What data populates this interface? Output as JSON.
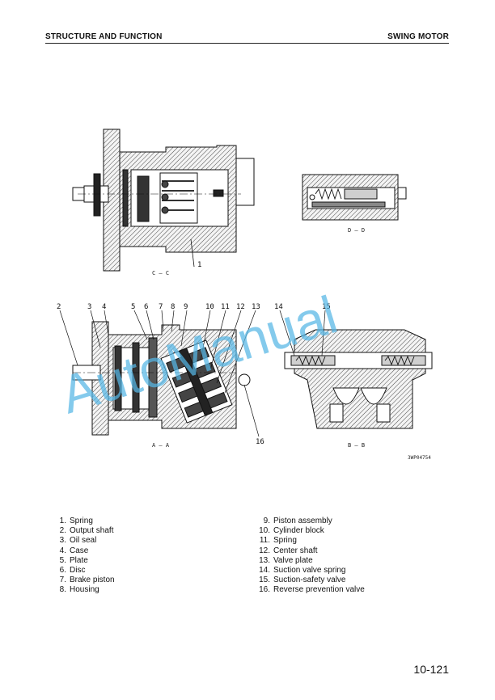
{
  "header": {
    "section": "STRUCTURE AND FUNCTION",
    "title": "SWING MOTOR"
  },
  "figure": {
    "view_labels": {
      "cc": "C – C",
      "dd": "D – D",
      "aa": "A – A",
      "bb": "B – B"
    },
    "callouts": [
      "1",
      "2",
      "3",
      "4",
      "5",
      "6",
      "7",
      "8",
      "9",
      "10",
      "11",
      "12",
      "13",
      "14",
      "15",
      "16"
    ],
    "figure_code": "3WP04754",
    "watermark": "AutoManual"
  },
  "parts_left": [
    {
      "num": "1.",
      "name": "Spring"
    },
    {
      "num": "2.",
      "name": "Output shaft"
    },
    {
      "num": "3.",
      "name": "Oil seal"
    },
    {
      "num": "4.",
      "name": "Case"
    },
    {
      "num": "5.",
      "name": "Plate"
    },
    {
      "num": "6.",
      "name": "Disc"
    },
    {
      "num": "7.",
      "name": "Brake piston"
    },
    {
      "num": "8.",
      "name": "Housing"
    }
  ],
  "parts_right": [
    {
      "num": "9.",
      "name": "Piston assembly"
    },
    {
      "num": "10.",
      "name": "Cylinder block"
    },
    {
      "num": "11.",
      "name": "Spring"
    },
    {
      "num": "12.",
      "name": "Center shaft"
    },
    {
      "num": "13.",
      "name": "Valve plate"
    },
    {
      "num": "14.",
      "name": "Suction valve spring"
    },
    {
      "num": "15.",
      "name": "Suction-safety valve"
    },
    {
      "num": "16.",
      "name": "Reverse prevention valve"
    }
  ],
  "page_number": "10-121"
}
